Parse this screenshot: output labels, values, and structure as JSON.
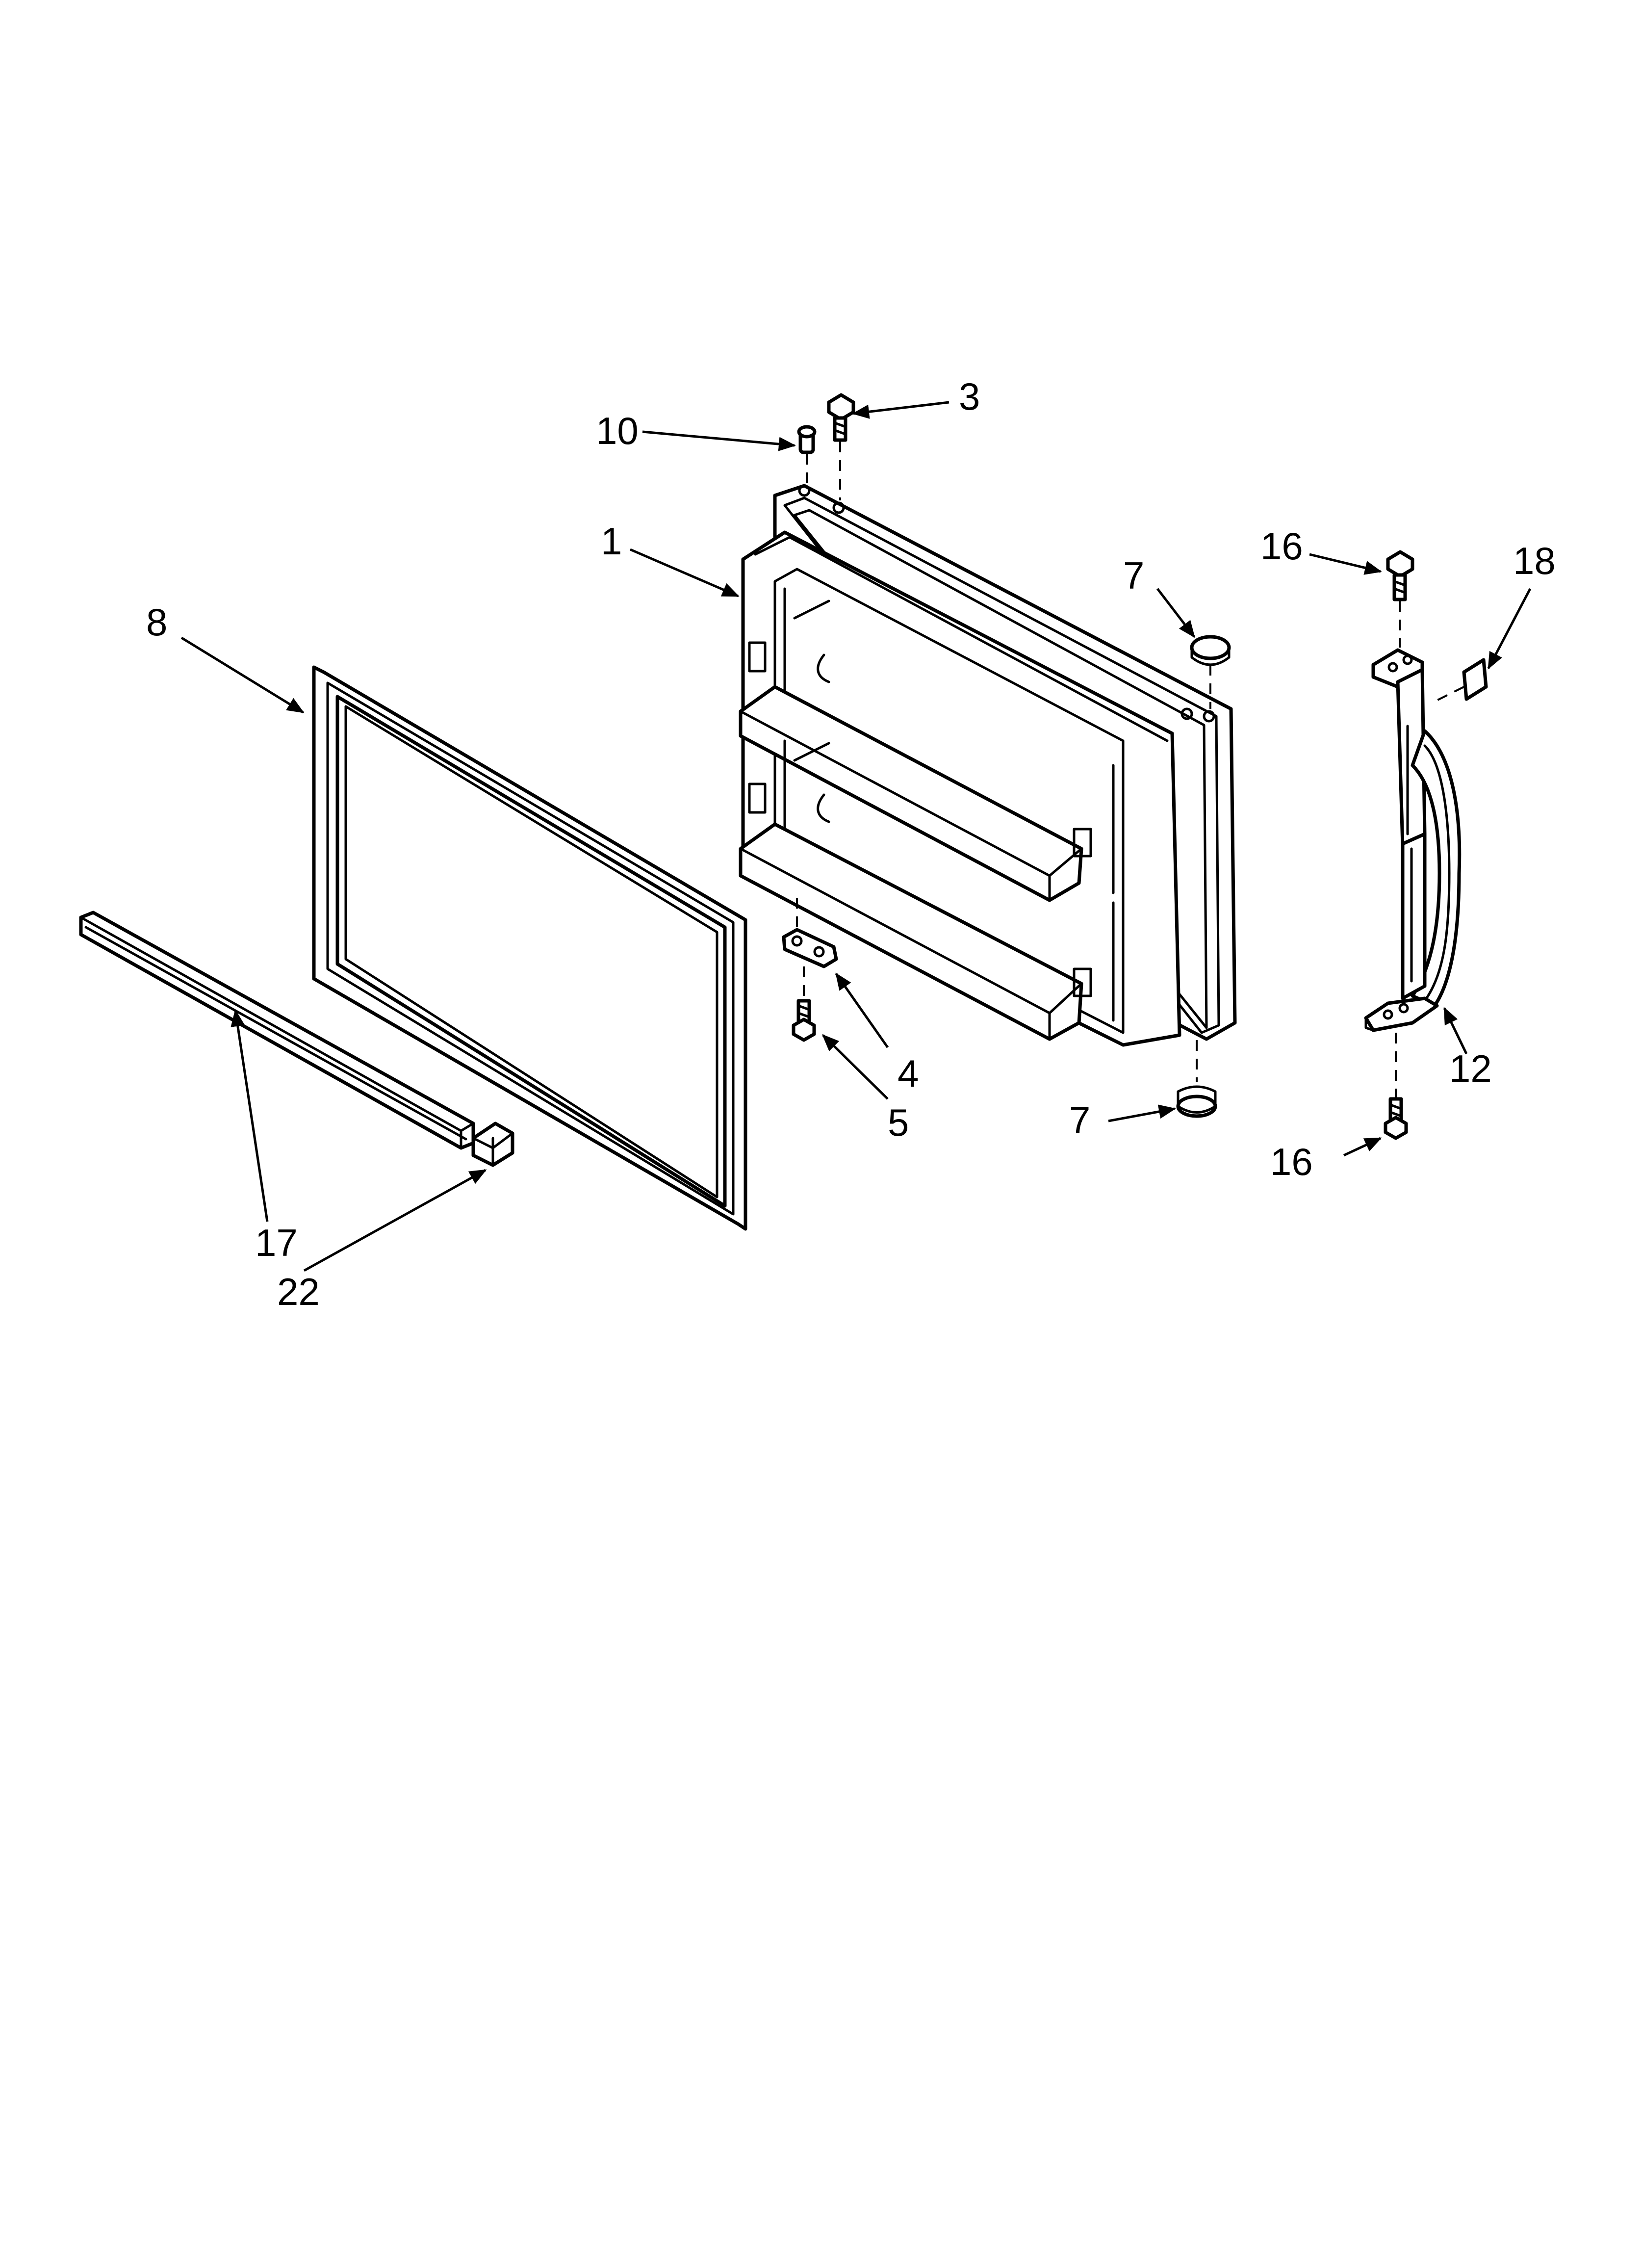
{
  "diagram": {
    "callouts": [
      {
        "id": "c1",
        "label": "1"
      },
      {
        "id": "c3",
        "label": "3"
      },
      {
        "id": "c4",
        "label": "4"
      },
      {
        "id": "c5",
        "label": "5"
      },
      {
        "id": "c7-top",
        "label": "7"
      },
      {
        "id": "c7-bottom",
        "label": "7"
      },
      {
        "id": "c8",
        "label": "8"
      },
      {
        "id": "c10",
        "label": "10"
      },
      {
        "id": "c12",
        "label": "12"
      },
      {
        "id": "c16-top",
        "label": "16"
      },
      {
        "id": "c16-bottom",
        "label": "16"
      },
      {
        "id": "c17",
        "label": "17"
      },
      {
        "id": "c18",
        "label": "18"
      },
      {
        "id": "c22",
        "label": "22"
      }
    ]
  }
}
